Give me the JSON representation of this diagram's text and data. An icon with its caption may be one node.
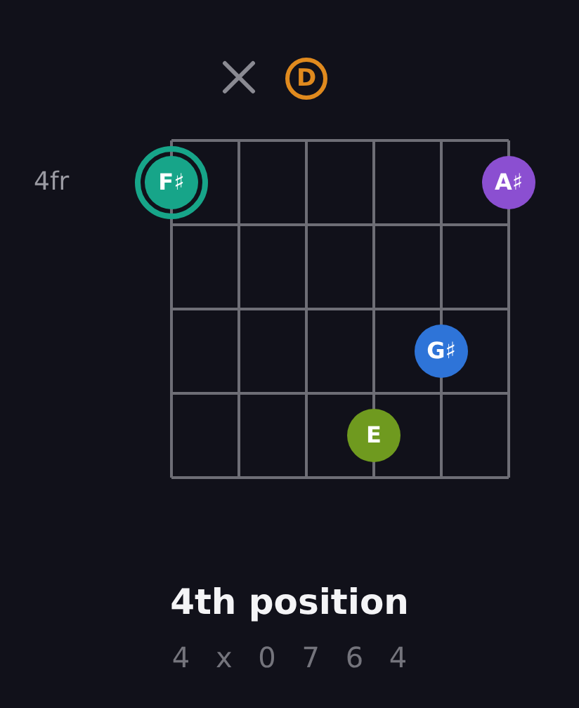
{
  "diagram": {
    "title": "4th position",
    "caption": "4 x 0 7 6 4",
    "nodes": [
      {
        "text": [
          "D"
        ]
      },
      {
        "text": [
          "F♯"
        ]
      },
      {
        "text": [
          "A♯"
        ]
      },
      {
        "text": [
          "G♯"
        ]
      },
      {
        "text": [
          "E"
        ]
      }
    ],
    "labels": [
      "4fr"
    ]
  }
}
